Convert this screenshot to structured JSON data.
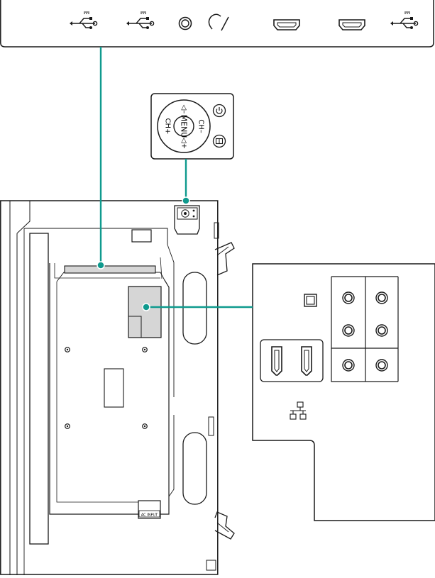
{
  "colors": {
    "line": "#1a1a1a",
    "callout": "#0f9a8e",
    "panel_fill": "#ffffff",
    "port_fill": "#ffffff",
    "highlight_fill": "#d6d6d6"
  },
  "top_panel": {
    "ports": [
      {
        "name": "usb-port-1-icon"
      },
      {
        "name": "usb-port-2-icon"
      },
      {
        "name": "headphone-jack-icon"
      },
      {
        "name": "headphone-symbol-icon"
      },
      {
        "name": "hdmi-port-1-icon"
      },
      {
        "name": "hdmi-port-2-icon"
      },
      {
        "name": "usb-port-3-icon"
      }
    ]
  },
  "control_panel": {
    "ch_plus": "CH+",
    "ch_minus": "CH–",
    "menu": "MENU",
    "vol_plus": "◁+",
    "vol_minus": "◁–"
  },
  "tv_back": {
    "ac_input_label": "AC INPUT"
  },
  "side_panel": {
    "ports": [
      {
        "name": "optical-port-icon"
      },
      {
        "name": "hdmi-port-3-icon"
      },
      {
        "name": "hdmi-port-4-icon"
      },
      {
        "name": "network-port-icon"
      },
      {
        "name": "av-jack-1-icon"
      },
      {
        "name": "av-jack-2-icon"
      },
      {
        "name": "av-jack-3-icon"
      },
      {
        "name": "av-jack-4-icon"
      },
      {
        "name": "av-jack-5-icon"
      },
      {
        "name": "av-jack-6-icon"
      }
    ]
  }
}
